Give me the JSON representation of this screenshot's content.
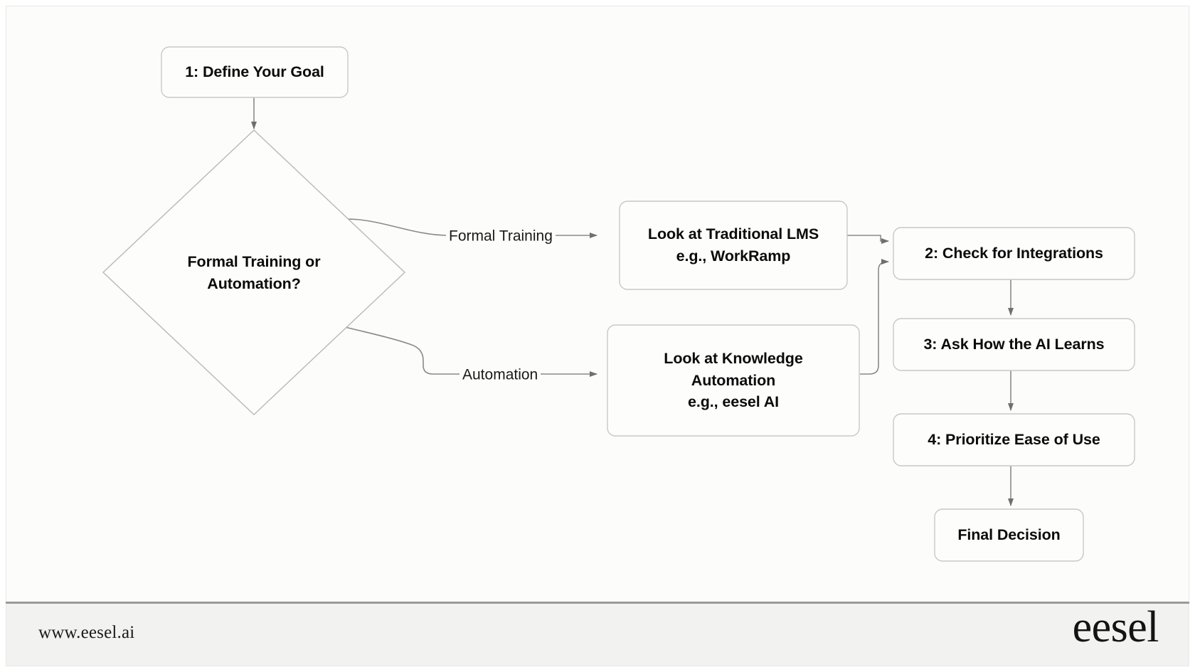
{
  "canvas": {
    "background": "#fcfcfa",
    "node_fill": "#fdfdfb",
    "node_stroke": "#c8c8c8",
    "edge_stroke": "#8a8a8a",
    "text_color": "#0b0b0b"
  },
  "diagram": {
    "type": "flowchart",
    "direction": "left-to-right",
    "nodes": [
      {
        "id": "goal",
        "shape": "rounded-rect",
        "lines": [
          "1: Define Your Goal"
        ]
      },
      {
        "id": "decision",
        "shape": "diamond",
        "lines": [
          "Formal Training or",
          "Automation?"
        ]
      },
      {
        "id": "lms",
        "shape": "rounded-rect",
        "lines": [
          "Look at Traditional LMS",
          "e.g., WorkRamp"
        ]
      },
      {
        "id": "knowledge",
        "shape": "rounded-rect",
        "lines": [
          "Look at Knowledge",
          "Automation",
          "e.g., eesel AI"
        ]
      },
      {
        "id": "integrations",
        "shape": "rounded-rect",
        "lines": [
          "2: Check for Integrations"
        ]
      },
      {
        "id": "ai-learns",
        "shape": "rounded-rect",
        "lines": [
          "3: Ask How the AI Learns"
        ]
      },
      {
        "id": "ease-of-use",
        "shape": "rounded-rect",
        "lines": [
          "4: Prioritize Ease of Use"
        ]
      },
      {
        "id": "final",
        "shape": "rounded-rect",
        "lines": [
          "Final Decision"
        ]
      }
    ],
    "edges": [
      {
        "from": "goal",
        "to": "decision",
        "label": ""
      },
      {
        "from": "decision",
        "to": "lms",
        "label": "Formal Training"
      },
      {
        "from": "decision",
        "to": "knowledge",
        "label": "Automation"
      },
      {
        "from": "lms",
        "to": "integrations",
        "label": ""
      },
      {
        "from": "knowledge",
        "to": "integrations",
        "label": ""
      },
      {
        "from": "integrations",
        "to": "ai-learns",
        "label": ""
      },
      {
        "from": "ai-learns",
        "to": "ease-of-use",
        "label": ""
      },
      {
        "from": "ease-of-use",
        "to": "final",
        "label": ""
      }
    ],
    "edge_labels": {
      "formal_training": "Formal Training",
      "automation": "Automation"
    }
  },
  "footer": {
    "url": "www.eesel.ai",
    "logo": "eesel"
  }
}
